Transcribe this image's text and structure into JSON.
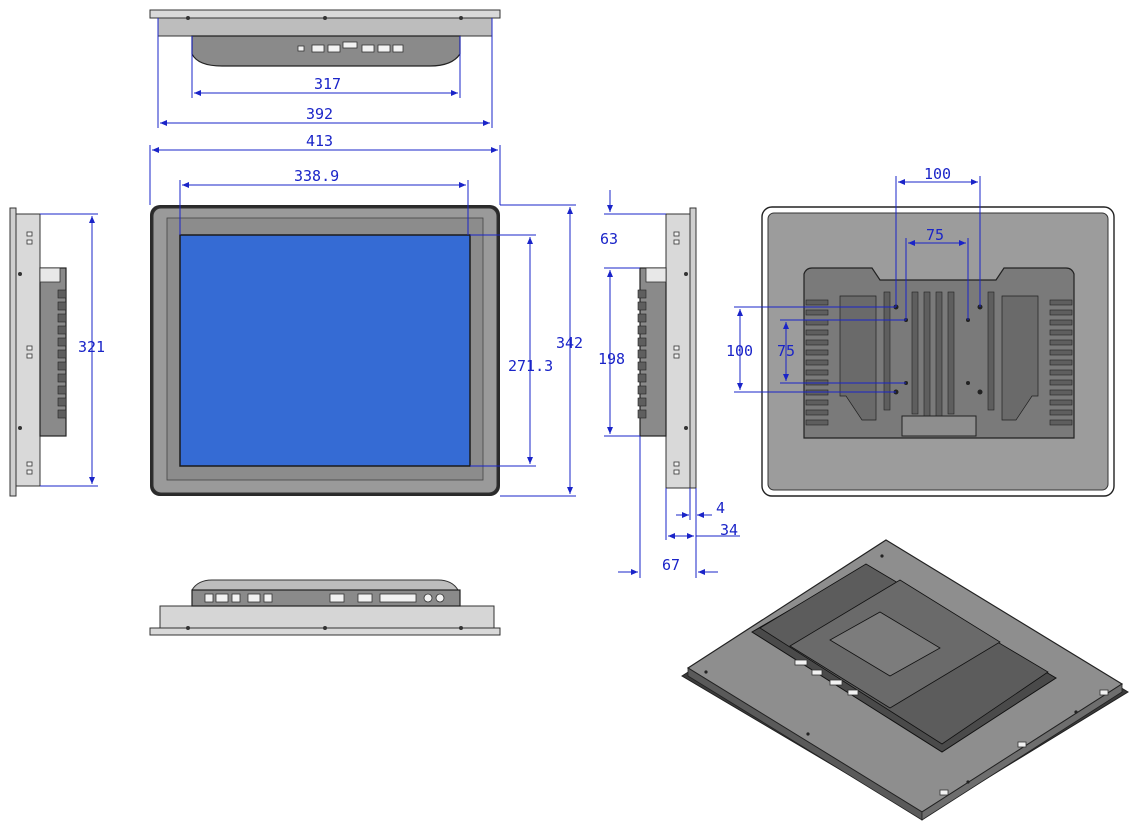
{
  "dimensions": {
    "top_inner_width": "317",
    "top_outer_width": "392",
    "front_width": "413",
    "screen_width": "338.9",
    "screen_height": "271.3",
    "front_height": "342",
    "left_height": "321",
    "side_offset_top": "63",
    "side_body_height": "198",
    "side_plate": "4",
    "side_depth_body": "34",
    "side_depth_total": "67",
    "vesa_outer_h": "100",
    "vesa_inner_h": "75",
    "vesa_outer_v": "100",
    "vesa_inner_v": "75"
  },
  "colors": {
    "dimension": "#1a24c8",
    "screen": "#356bd4",
    "bezel": "#8c8c8c",
    "outline": "#222222"
  }
}
